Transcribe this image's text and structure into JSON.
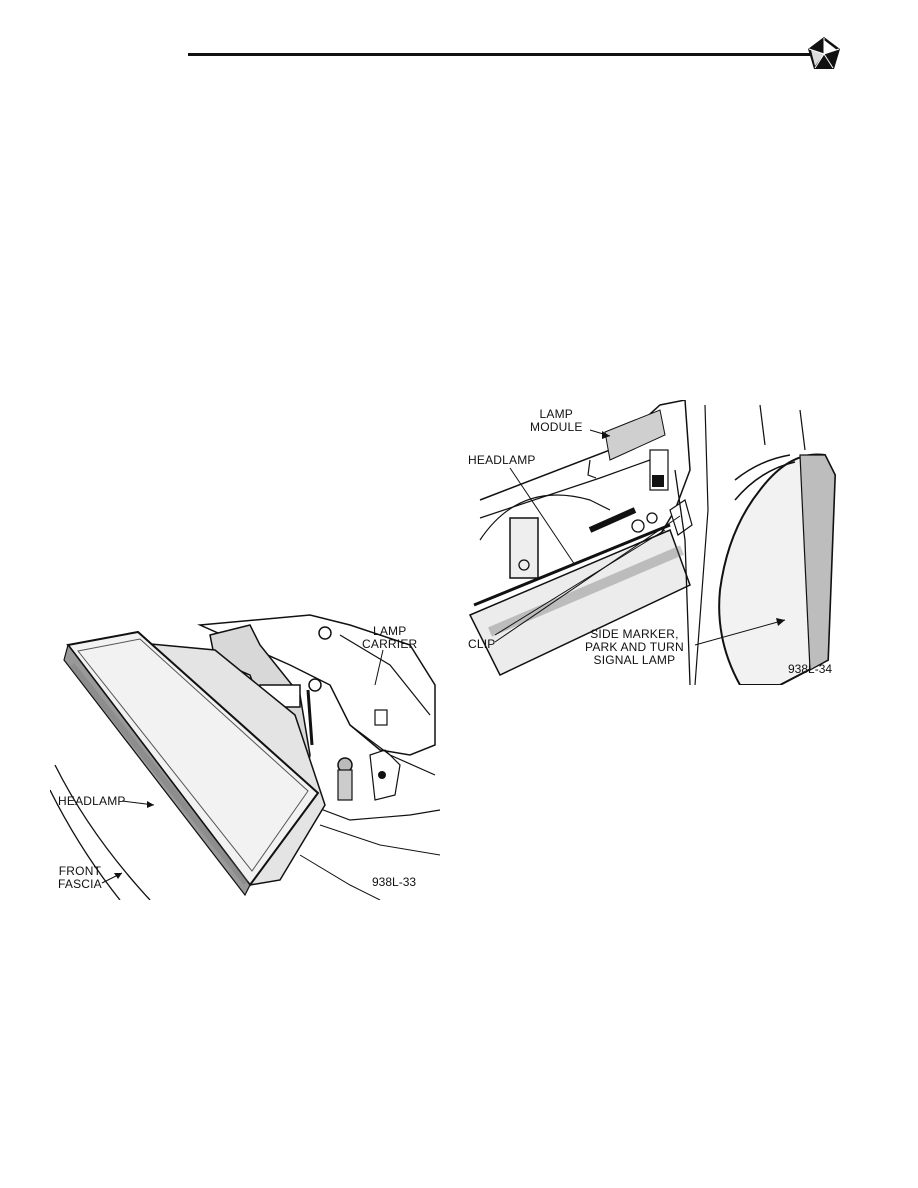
{
  "header": {
    "logo": "pentastar-logo-icon"
  },
  "figure_1": {
    "callouts": {
      "lamp_carrier_1": "LAMP",
      "lamp_carrier_2": "CARRIER",
      "headlamp": "HEADLAMP",
      "front_fascia_1": "FRONT",
      "front_fascia_2": "FASCIA"
    },
    "figure_id": "938L-33"
  },
  "figure_2": {
    "callouts": {
      "lamp_module_1": "LAMP",
      "lamp_module_2": "MODULE",
      "headlamp": "HEADLAMP",
      "clip": "CLIP",
      "side_marker_1": "SIDE MARKER,",
      "side_marker_2": "PARK AND TURN",
      "side_marker_3": "SIGNAL LAMP"
    },
    "figure_id": "938L-34"
  }
}
